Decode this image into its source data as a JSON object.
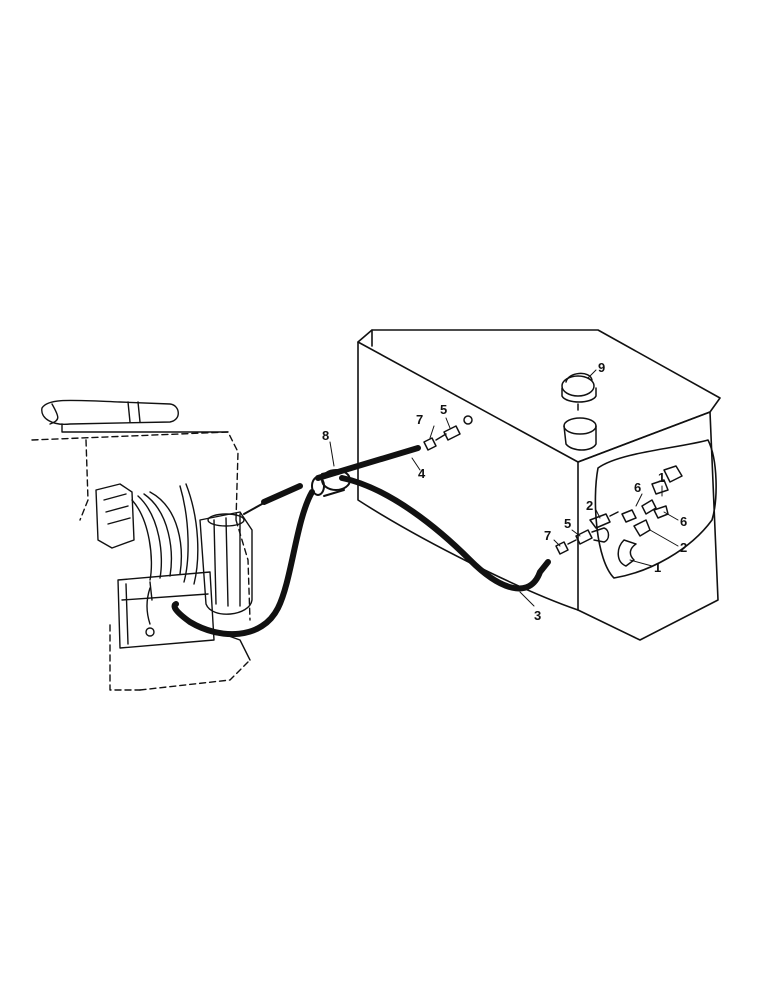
{
  "diagram": {
    "callouts": {
      "c1_upper": "1",
      "c1_lower": "1",
      "c2_upper_left": "2",
      "c2_right": "2",
      "c3": "3",
      "c4": "4",
      "c5_top": "5",
      "c5_lower": "5",
      "c6_left": "6",
      "c6_right": "6",
      "c7_top": "7",
      "c7_lower": "7",
      "c8": "8",
      "c9": "9"
    }
  }
}
